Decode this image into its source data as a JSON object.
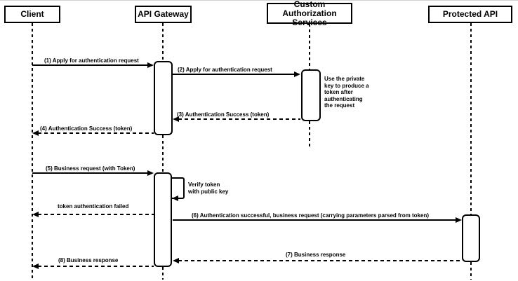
{
  "diagram": {
    "kind": "uml-sequence-diagram",
    "colors": {
      "line": "#000000",
      "fill": "#ffffff",
      "background": "#ffffff"
    },
    "actors": [
      {
        "label": "Client"
      },
      {
        "label": "API Gateway"
      },
      {
        "label": "Custom Authorization\nServices"
      },
      {
        "label": "Protected API"
      }
    ],
    "messages": [
      {
        "label": "(1) Apply for authentication request",
        "from": "Client",
        "to": "API Gateway",
        "line": "solid"
      },
      {
        "label": "(2) Apply for authentication request",
        "from": "API Gateway",
        "to": "Custom Authorization Services",
        "line": "solid"
      },
      {
        "label": "(3) Authentication Success (token)",
        "from": "Custom Authorization Services",
        "to": "API Gateway",
        "line": "dashed"
      },
      {
        "label": "(4) Authentication Success (token)",
        "from": "API Gateway",
        "to": "Client",
        "line": "dashed"
      },
      {
        "label": "(5) Business request (with Token)",
        "from": "Client",
        "to": "API Gateway",
        "line": "solid"
      },
      {
        "label": "Verify token\nwith public key",
        "from": "API Gateway",
        "to": "API Gateway",
        "line": "self"
      },
      {
        "label": "token authentication failed",
        "from": "API Gateway",
        "to": "Client",
        "line": "dashed"
      },
      {
        "label": "(6) Authentication successful, business request (carrying parameters parsed from token)",
        "from": "API Gateway",
        "to": "Protected API",
        "line": "solid"
      },
      {
        "label": "(7) Business response",
        "from": "Protected API",
        "to": "API Gateway",
        "line": "dashed"
      },
      {
        "label": "(8) Business response",
        "from": "API Gateway",
        "to": "Client",
        "line": "dashed"
      }
    ],
    "notes": [
      {
        "label": "Use the private\nkey to produce a\ntoken after\nauthenticating\nthe request",
        "attached_to": "Custom Authorization Services"
      }
    ]
  }
}
